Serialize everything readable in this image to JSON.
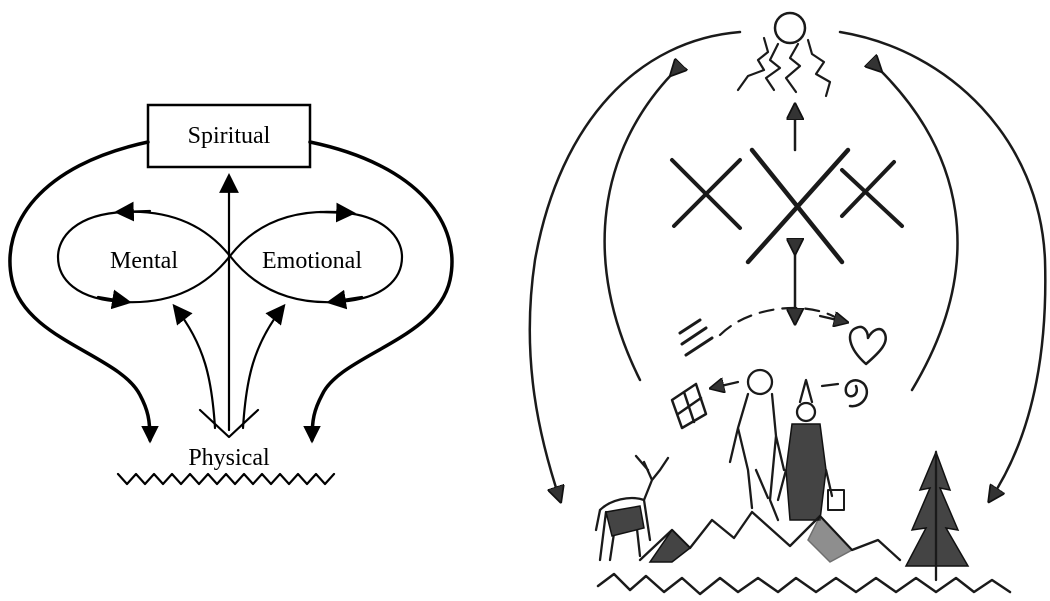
{
  "diagram": {
    "labels": {
      "spiritual": "Spiritual",
      "mental": "Mental",
      "emotional": "Emotional",
      "physical": "Physical"
    },
    "colors": {
      "ink": "#000000",
      "background": "#ffffff",
      "sketch_shade": "#444444"
    },
    "icons": {
      "sun": "sun-icon",
      "heart": "heart-icon",
      "spiral": "spiral-icon",
      "tree": "spruce-tree-icon",
      "reindeer": "reindeer-icon"
    }
  }
}
